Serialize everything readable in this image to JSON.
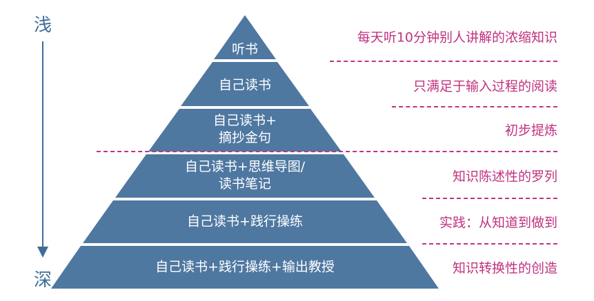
{
  "axis": {
    "top_label": "浅",
    "bottom_label": "深"
  },
  "pyramid": {
    "fill_color": "#4f78a1",
    "tiers": [
      {
        "line1": "听书",
        "line2": ""
      },
      {
        "line1": "自己读书",
        "line2": ""
      },
      {
        "line1": "自己读书+",
        "line2": "摘抄金句"
      },
      {
        "line1": "自己读书+思维导图/",
        "line2": "读书笔记"
      },
      {
        "line1": "自己读书+践行操练",
        "line2": ""
      },
      {
        "line1": "自己读书+践行操练+输出教授",
        "line2": ""
      }
    ]
  },
  "descriptions": [
    "每天听10分钟别人讲解的浓缩知识",
    "只满足于输入过程的阅读",
    "初步提炼",
    "知识陈述性的罗列",
    "实践：从知道到做到",
    "知识转换性的创造"
  ],
  "colors": {
    "axis": "#3f6d97",
    "accent": "#c0317f"
  }
}
